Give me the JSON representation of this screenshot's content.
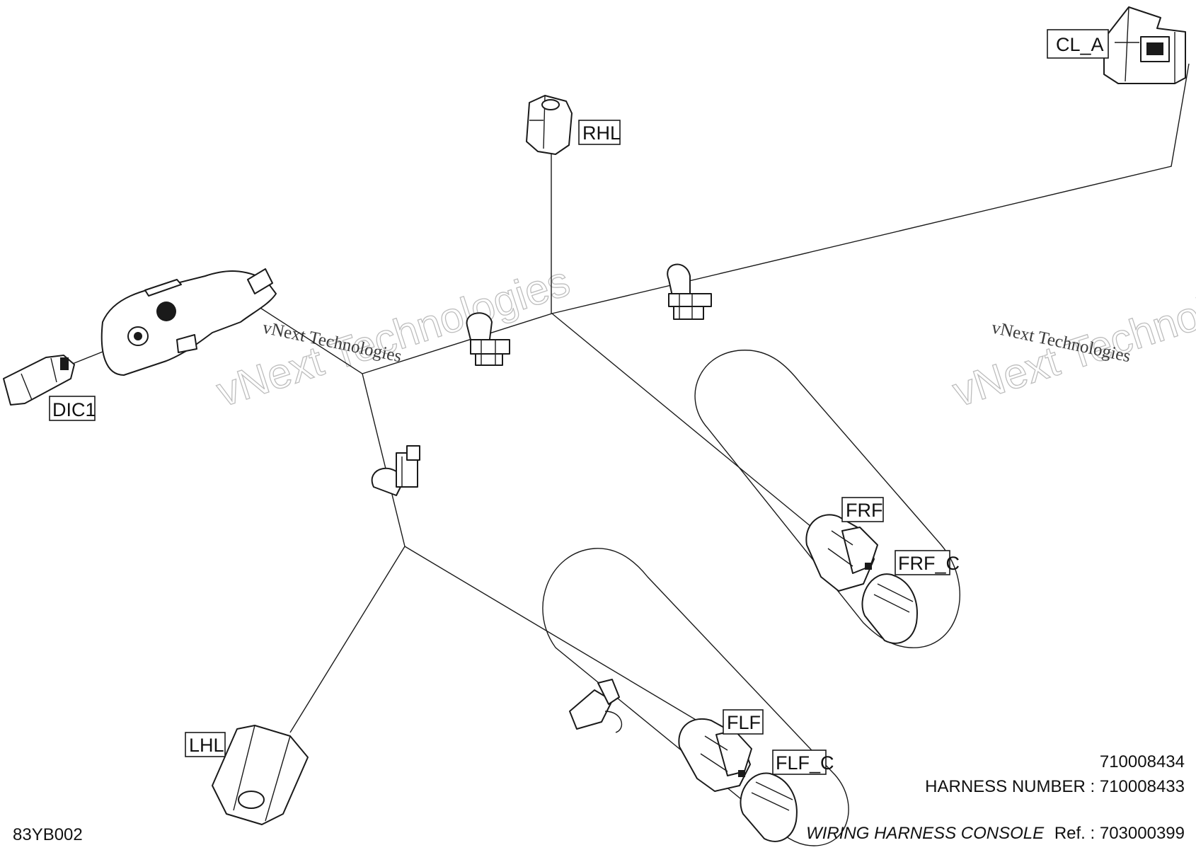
{
  "connectors": {
    "cl_a": "CL_A",
    "rhl": "RHL",
    "dic1": "DIC1",
    "frf": "FRF",
    "frf_c": "FRF_C",
    "flf": "FLF",
    "flf_c": "FLF_C",
    "lhl": "LHL"
  },
  "watermark": {
    "large": "vNext Technologies",
    "small": "vNext Technologies"
  },
  "info": {
    "part_number": "710008434",
    "harness_label": "HARNESS NUMBER :",
    "harness_number": "710008433",
    "title": "WIRING HARNESS  CONSOLE",
    "ref_label": "Ref. :",
    "ref_number": "703000399",
    "drawing_code": "83YB002"
  }
}
